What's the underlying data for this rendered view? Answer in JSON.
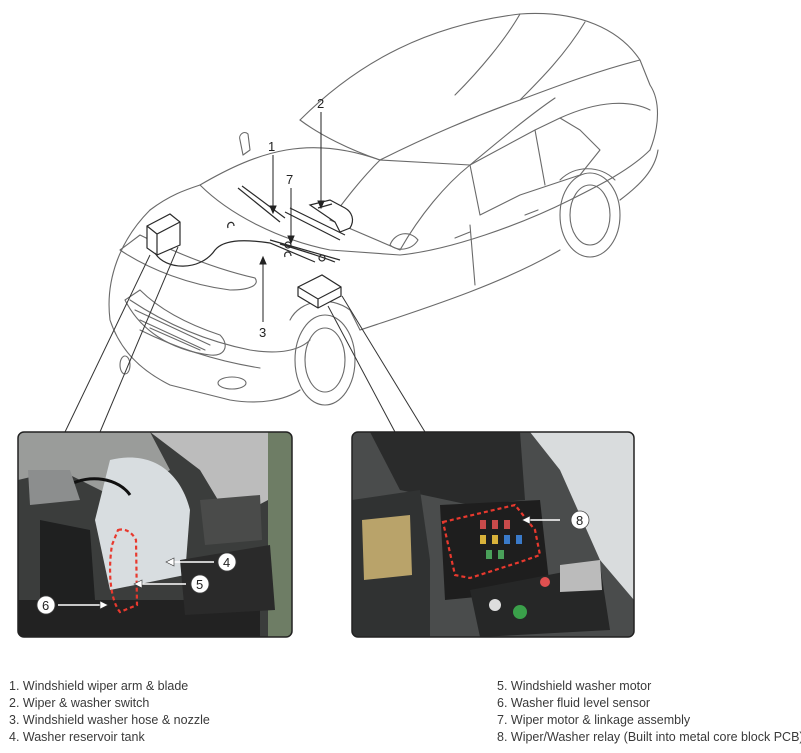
{
  "callouts": {
    "c1": "1",
    "c2": "2",
    "c3": "3",
    "c4": "4",
    "c5": "5",
    "c6": "6",
    "c7": "7",
    "c8": "8"
  },
  "legend": {
    "left": [
      "1. Windshield wiper arm & blade",
      "2. Wiper & washer switch",
      "3. Windshield washer hose & nozzle",
      "4. Washer reservoir tank"
    ],
    "right": [
      "5. Windshield washer motor",
      "6. Washer fluid level sensor",
      "7. Wiper motor & linkage assembly",
      "8. Wiper/Washer relay (Built into metal core block PCB)"
    ]
  },
  "colors": {
    "line": "#3a3a3a",
    "highlight": "#e8392e",
    "inset_border": "#222222"
  }
}
